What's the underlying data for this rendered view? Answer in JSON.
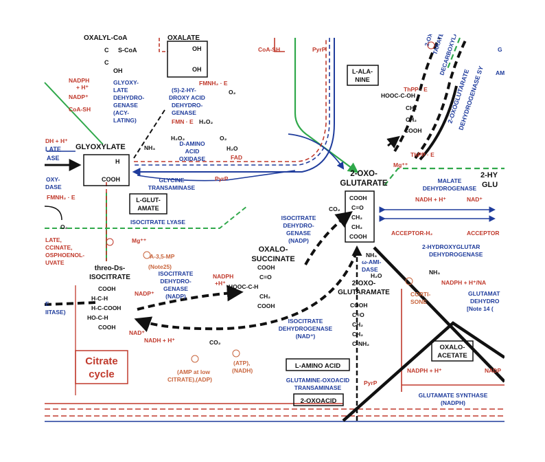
{
  "title": "Citrate cycle",
  "title_lines": [
    "Citrate",
    "cycle"
  ],
  "colors": {
    "black": "#111111",
    "blue": "#1f3c9c",
    "red": "#c0392b",
    "orange": "#c8643c",
    "green": "#2fa84a",
    "lightgreen": "#7ed957"
  },
  "compounds": {
    "oxalyl_coa": "OXALYL-CoA",
    "oxalate": "OXALATE",
    "glyoxylate": "GLYOXYLATE",
    "l_alanine": [
      "L-ALA-",
      "NINE"
    ],
    "l_glutamate": [
      "L-GLUT-",
      "AMATE"
    ],
    "two_oxoglutarate": [
      "2-OXO-",
      "GLUTARATE"
    ],
    "oxalosuccinate": [
      "OXALO-",
      "SUCCINATE"
    ],
    "threo_ds_isocitrate": [
      "threo-Ds-",
      "ISOCITRATE"
    ],
    "two_oxoglutaramate": [
      "2-OXO-",
      "GLUTARAMATE"
    ],
    "l_amino_acid": "L-AMINO ACID",
    "two_oxoacid": "2-OXOACID",
    "oxaloacetate": [
      "OXALO-",
      "ACETATE"
    ],
    "two_hydroxyglutarate": [
      "2-HY",
      "GLU"
    ]
  },
  "enzymes": {
    "glyoxylate_dehydrogenase": [
      "GLYOXY-",
      "LATE",
      "DEHYDRO-",
      "GENASE",
      "(ACY-",
      "LATING)"
    ],
    "s2_hydroxyacid_dh": [
      "(S)-2-HY-",
      "DROXY ACID",
      "DEHYDRO-",
      "GENASE"
    ],
    "d_amino_acid_oxidase": [
      "D-AMINO",
      "ACID",
      "OXIDASE"
    ],
    "glycine_transaminase": [
      "GLYCINE",
      "TRANSAMINASE"
    ],
    "isocitrate_lyase": "ISOCITRATE LYASE",
    "isocitrate_dh_nadp_1": [
      "ISOCITRATE",
      "DEHYDRO-",
      "GENASE",
      "(NADP)"
    ],
    "isocitrate_dh_nadp_2": [
      "ISOCITRATE",
      "DEHYDRO-",
      "GENASE",
      "(NADP)"
    ],
    "isocitrate_dh_nad": [
      "ISOCITRATE",
      "DEHYDROGENASE",
      "(NAD⁺)"
    ],
    "malate_dh": [
      "MALATE",
      "DEHYDROGENASE"
    ],
    "hydroxyglutarate_dh": [
      "2-HYDROXYGLUTAR",
      "DEHYDROGENASE"
    ],
    "oxoglutarate_decarboxylase": [
      "2-OXOGLU-",
      "TARATE",
      "DECARBOXYLASE"
    ],
    "oxoglutarate_dh": [
      "2-OXOGLUTARATE",
      "DEHYDROGENASE SY"
    ],
    "glutamine_oxoacid_transaminase": [
      "GLUTAMINE-OXOACID",
      "TRANSAMINASE"
    ],
    "glutamate_synthase": [
      "GLUTAMATE SYNTHASE",
      "(NADPH)"
    ],
    "amidase": [
      "ω-AMI-",
      "DASE"
    ],
    "glutamate_dh_partial": [
      "GLUTAMAT",
      "DEHYDRO",
      "[Note 14 ("
    ]
  },
  "cofactors": {
    "coa_sh": "CoA-SH",
    "coa_sh_top": "CoA-SH",
    "pyrp_top": "PyrP",
    "pyrp_mid": "PyrP",
    "pyrp_low": "PyrP",
    "nadph_h": "NADPH",
    "plus_h": "+ H⁺",
    "nadp": "NADP⁺",
    "fmnh2_e_top": "FMNH₂ · E",
    "fmn_e": "FMN · E",
    "h2o2_top": "H₂O₂",
    "h2o2_mid": "H₂O₂",
    "o2_top": "O₂",
    "o2_mid": "O₂",
    "nh3_left": "NH₃",
    "h2o_mid": "H₂O",
    "fad": "FAD",
    "thpp_e_top": "ThPP · E",
    "thpp_e_low": "ThPP · E",
    "mg_top": "Mg⁺⁺",
    "mg_left": "Mg⁺⁺",
    "nadh_h_left": "DH + H⁺",
    "fmnh2_e_left": "FMNH₂ · E",
    "o2_left": "O₂",
    "co2_mid": "CO₂",
    "co2_low": "CO₂",
    "nadph_h_mid": [
      "NADPH",
      "+H⁺"
    ],
    "nadp_mid": "NADP⁺",
    "nad": "NAD⁺",
    "nadh_h": "NADH + H⁺",
    "nadh_h_right": "NADH + H⁺",
    "nad_right": "NAD⁺",
    "acceptor_h2": "ACCEPTOR-H₂",
    "acceptor": "ACCEPTOR",
    "nh3_right": "NH₃",
    "h2o_right": "H₂O",
    "nh3_low": "NH₃",
    "nadph_hna": "NADPH + H⁺/NA",
    "nadph_h_low": "NADPH + H⁺",
    "nadp_low": "NADP",
    "atp_nadh": [
      "(ATP),",
      "(NADH)"
    ],
    "amp_citrate": [
      "(AMP at low",
      "CITRATE),(ADP)"
    ],
    "a35mp": [
      "A-3,5-MP",
      "(Note25)"
    ],
    "cortisone": [
      "CORTI-",
      "SONE"
    ],
    "left_nadh": "DH + H⁺",
    "left_ate": [
      "LATE",
      "ASE"
    ],
    "left_oxy": [
      "OXY-",
      "DASE"
    ],
    "left_citrate": [
      "LATE,",
      "CCINATE,",
      "OSPHOENOL-",
      "UVATE"
    ],
    "left_itase": [
      "E",
      "IITASE)"
    ],
    "ax_label": "AM",
    "g_label": "G"
  },
  "formulas": {
    "oxalyl": [
      "S-CoA",
      "C",
      "C",
      "OH"
    ],
    "oxalate": [
      "OH",
      "OH"
    ],
    "glyoxylate": [
      "H",
      "COOH"
    ],
    "hydroxyglutarate_top": [
      "HOOC-C-OH",
      "CH₂",
      "CH₂",
      "COOH"
    ],
    "oxoglutarate": [
      "COOH",
      "C=O",
      "CH₂",
      "CH₂",
      "COOH"
    ],
    "oxalosuccinate": [
      "COOH",
      "C=O",
      "HOOC-C-H",
      "CH₂",
      "COOH"
    ],
    "isocitrate": [
      "COOH",
      "H-C-H",
      "H-C-COOH",
      "HO-C-H",
      "COOH"
    ],
    "oxoglutaramate": [
      "COOH",
      "C=O",
      "CH₂",
      "CH₂",
      "C-NH₂"
    ]
  }
}
